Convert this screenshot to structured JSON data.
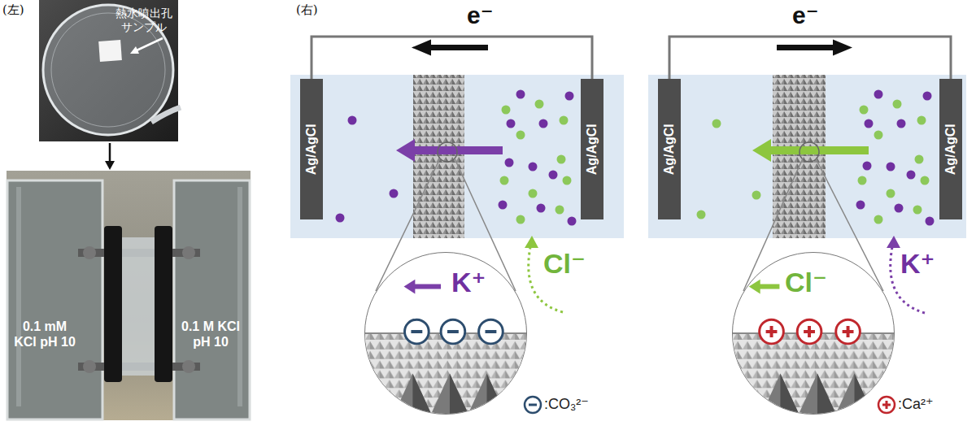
{
  "diagram": {
    "nodes": [
      {
        "text": [
          "Ag/AgCl"
        ]
      },
      {
        "text": [
          "Ag/AgCl"
        ]
      },
      {
        "text": [
          "K⁺"
        ]
      },
      {
        "text": [
          "Ag/AgCl"
        ]
      },
      {
        "text": [
          "Ag/AgCl"
        ]
      },
      {
        "text": [
          "Cl⁻"
        ]
      }
    ],
    "edges": [
      {
        "from": 0,
        "to": 1,
        "arrow": "none",
        "label": "e⁻"
      },
      {
        "from": 3,
        "to": 4,
        "arrow": "none",
        "label": "e⁻"
      }
    ],
    "labels": [
      "(左)",
      "熱水噴出孔 サンプル",
      "0.1 mM KCl pH 10",
      "0.1 M KCl pH 10",
      "(右)",
      "Cl⁻",
      "K⁺"
    ],
    "legend": [
      {
        "text": ":CO₃²⁻"
      },
      {
        "text": ":Ca²⁺"
      }
    ]
  }
}
